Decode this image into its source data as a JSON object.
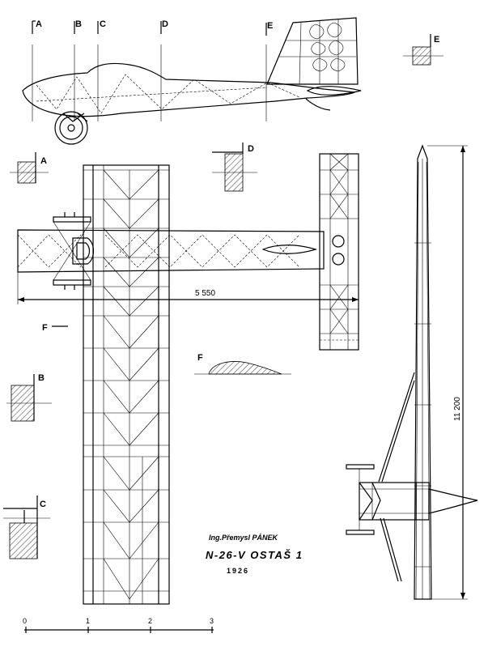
{
  "section_labels": {
    "a": "A",
    "b": "B",
    "c": "C",
    "d": "D",
    "e": "E",
    "f": "F"
  },
  "dimensions": {
    "span": "5 550",
    "length": "11 200"
  },
  "title_block": {
    "designer": "Ing.Přemysl PÁNEK",
    "aircraft": "N-26-V OSTAŠ 1",
    "year": "1926"
  },
  "scale_bar": {
    "ticks": [
      "0",
      "1",
      "2",
      "3"
    ]
  }
}
